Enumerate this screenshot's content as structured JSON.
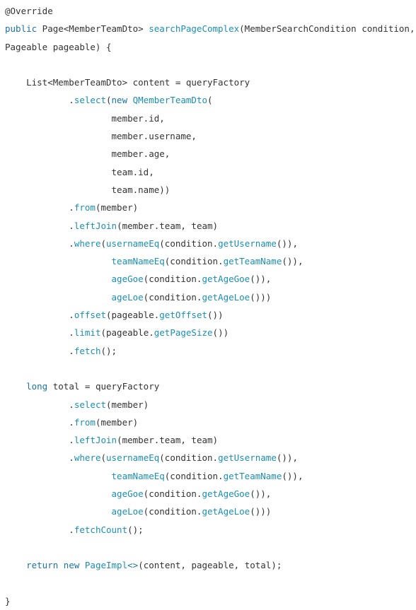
{
  "code": {
    "lines": [
      [
        {
          "t": "@Override",
          "c": "plain"
        }
      ],
      [
        {
          "t": "public",
          "c": "kw"
        },
        {
          "t": " Page<MemberTeamDto> ",
          "c": "plain"
        },
        {
          "t": "searchPageComplex",
          "c": "fn"
        },
        {
          "t": "(MemberSearchCondition condition,",
          "c": "plain"
        }
      ],
      [
        {
          "t": "Pageable pageable) {",
          "c": "plain"
        }
      ],
      [],
      [
        {
          "t": "    List<MemberTeamDto> content = queryFactory",
          "c": "plain"
        }
      ],
      [
        {
          "t": "            .",
          "c": "plain"
        },
        {
          "t": "select",
          "c": "fn"
        },
        {
          "t": "(",
          "c": "plain"
        },
        {
          "t": "new",
          "c": "kw"
        },
        {
          "t": " ",
          "c": "plain"
        },
        {
          "t": "QMemberTeamDto",
          "c": "fn"
        },
        {
          "t": "(",
          "c": "plain"
        }
      ],
      [
        {
          "t": "                    member.id,",
          "c": "plain"
        }
      ],
      [
        {
          "t": "                    member.username,",
          "c": "plain"
        }
      ],
      [
        {
          "t": "                    member.age,",
          "c": "plain"
        }
      ],
      [
        {
          "t": "                    team.id,",
          "c": "plain"
        }
      ],
      [
        {
          "t": "                    team.name))",
          "c": "plain"
        }
      ],
      [
        {
          "t": "            .",
          "c": "plain"
        },
        {
          "t": "from",
          "c": "fn"
        },
        {
          "t": "(member)",
          "c": "plain"
        }
      ],
      [
        {
          "t": "            .",
          "c": "plain"
        },
        {
          "t": "leftJoin",
          "c": "fn"
        },
        {
          "t": "(member.team, team)",
          "c": "plain"
        }
      ],
      [
        {
          "t": "            .",
          "c": "plain"
        },
        {
          "t": "where",
          "c": "fn"
        },
        {
          "t": "(",
          "c": "plain"
        },
        {
          "t": "usernameEq",
          "c": "fn"
        },
        {
          "t": "(condition.",
          "c": "plain"
        },
        {
          "t": "getUsername",
          "c": "fn"
        },
        {
          "t": "()),",
          "c": "plain"
        }
      ],
      [
        {
          "t": "                    ",
          "c": "plain"
        },
        {
          "t": "teamNameEq",
          "c": "fn"
        },
        {
          "t": "(condition.",
          "c": "plain"
        },
        {
          "t": "getTeamName",
          "c": "fn"
        },
        {
          "t": "()),",
          "c": "plain"
        }
      ],
      [
        {
          "t": "                    ",
          "c": "plain"
        },
        {
          "t": "ageGoe",
          "c": "fn"
        },
        {
          "t": "(condition.",
          "c": "plain"
        },
        {
          "t": "getAgeGoe",
          "c": "fn"
        },
        {
          "t": "()),",
          "c": "plain"
        }
      ],
      [
        {
          "t": "                    ",
          "c": "plain"
        },
        {
          "t": "ageLoe",
          "c": "fn"
        },
        {
          "t": "(condition.",
          "c": "plain"
        },
        {
          "t": "getAgeLoe",
          "c": "fn"
        },
        {
          "t": "()))",
          "c": "plain"
        }
      ],
      [
        {
          "t": "            .",
          "c": "plain"
        },
        {
          "t": "offset",
          "c": "fn"
        },
        {
          "t": "(pageable.",
          "c": "plain"
        },
        {
          "t": "getOffset",
          "c": "fn"
        },
        {
          "t": "())",
          "c": "plain"
        }
      ],
      [
        {
          "t": "            .",
          "c": "plain"
        },
        {
          "t": "limit",
          "c": "fn"
        },
        {
          "t": "(pageable.",
          "c": "plain"
        },
        {
          "t": "getPageSize",
          "c": "fn"
        },
        {
          "t": "())",
          "c": "plain"
        }
      ],
      [
        {
          "t": "            .",
          "c": "plain"
        },
        {
          "t": "fetch",
          "c": "fn"
        },
        {
          "t": "();",
          "c": "plain"
        }
      ],
      [],
      [
        {
          "t": "    ",
          "c": "plain"
        },
        {
          "t": "long",
          "c": "kw"
        },
        {
          "t": " total = queryFactory",
          "c": "plain"
        }
      ],
      [
        {
          "t": "            .",
          "c": "plain"
        },
        {
          "t": "select",
          "c": "fn"
        },
        {
          "t": "(member)",
          "c": "plain"
        }
      ],
      [
        {
          "t": "            .",
          "c": "plain"
        },
        {
          "t": "from",
          "c": "fn"
        },
        {
          "t": "(member)",
          "c": "plain"
        }
      ],
      [
        {
          "t": "            .",
          "c": "plain"
        },
        {
          "t": "leftJoin",
          "c": "fn"
        },
        {
          "t": "(member.team, team)",
          "c": "plain"
        }
      ],
      [
        {
          "t": "            .",
          "c": "plain"
        },
        {
          "t": "where",
          "c": "fn"
        },
        {
          "t": "(",
          "c": "plain"
        },
        {
          "t": "usernameEq",
          "c": "fn"
        },
        {
          "t": "(condition.",
          "c": "plain"
        },
        {
          "t": "getUsername",
          "c": "fn"
        },
        {
          "t": "()),",
          "c": "plain"
        }
      ],
      [
        {
          "t": "                    ",
          "c": "plain"
        },
        {
          "t": "teamNameEq",
          "c": "fn"
        },
        {
          "t": "(condition.",
          "c": "plain"
        },
        {
          "t": "getTeamName",
          "c": "fn"
        },
        {
          "t": "()),",
          "c": "plain"
        }
      ],
      [
        {
          "t": "                    ",
          "c": "plain"
        },
        {
          "t": "ageGoe",
          "c": "fn"
        },
        {
          "t": "(condition.",
          "c": "plain"
        },
        {
          "t": "getAgeGoe",
          "c": "fn"
        },
        {
          "t": "()),",
          "c": "plain"
        }
      ],
      [
        {
          "t": "                    ",
          "c": "plain"
        },
        {
          "t": "ageLoe",
          "c": "fn"
        },
        {
          "t": "(condition.",
          "c": "plain"
        },
        {
          "t": "getAgeLoe",
          "c": "fn"
        },
        {
          "t": "()))",
          "c": "plain"
        }
      ],
      [
        {
          "t": "            .",
          "c": "plain"
        },
        {
          "t": "fetchCount",
          "c": "fn"
        },
        {
          "t": "();",
          "c": "plain"
        }
      ],
      [],
      [
        {
          "t": "    ",
          "c": "plain"
        },
        {
          "t": "return",
          "c": "kw"
        },
        {
          "t": " ",
          "c": "plain"
        },
        {
          "t": "new",
          "c": "kw"
        },
        {
          "t": " ",
          "c": "plain"
        },
        {
          "t": "PageImpl",
          "c": "fn"
        },
        {
          "t": "<>",
          "c": "kw"
        },
        {
          "t": "(content, pageable, total);",
          "c": "plain"
        }
      ],
      [],
      [
        {
          "t": "}",
          "c": "plain"
        }
      ]
    ]
  },
  "colors": {
    "plain": "#333333",
    "keyword": "#1a73a8",
    "function": "#1a8fb5",
    "background": "#ffffff"
  }
}
